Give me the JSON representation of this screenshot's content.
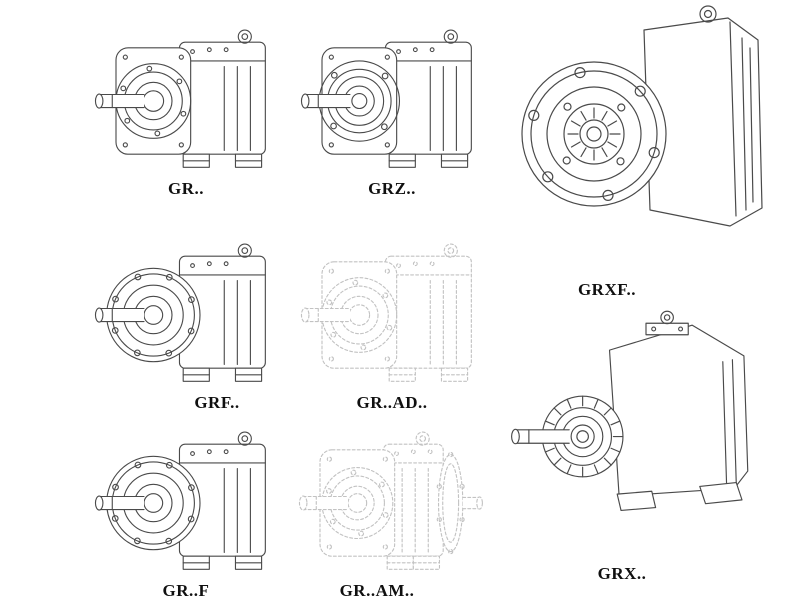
{
  "page": {
    "background": "#ffffff",
    "line_color": "#4a4a4a",
    "ghost_line_color": "#c2c2c2",
    "label_color": "#101010"
  },
  "products": [
    {
      "label": "GR..",
      "drawing": "helical-gearbox-foot-mounted",
      "style": "solid"
    },
    {
      "label": "GRZ..",
      "drawing": "helical-gearbox-foot-mounted-large-face",
      "style": "solid"
    },
    {
      "label": "GRXF..",
      "drawing": "helical-gearbox-flange-front-view",
      "style": "solid"
    },
    {
      "label": "GRF..",
      "drawing": "helical-gearbox-flange-foot",
      "style": "solid"
    },
    {
      "label": "GR..AD..",
      "drawing": "helical-gearbox-foot-mounted",
      "style": "ghost"
    },
    {
      "label": "GR..F",
      "drawing": "helical-gearbox-flange-foot",
      "style": "solid"
    },
    {
      "label": "GR..AM..",
      "drawing": "helical-gearbox-motor-adapter",
      "style": "ghost"
    },
    {
      "label": "GRX..",
      "drawing": "helical-gearbox-large-foot-mounted",
      "style": "solid"
    }
  ]
}
